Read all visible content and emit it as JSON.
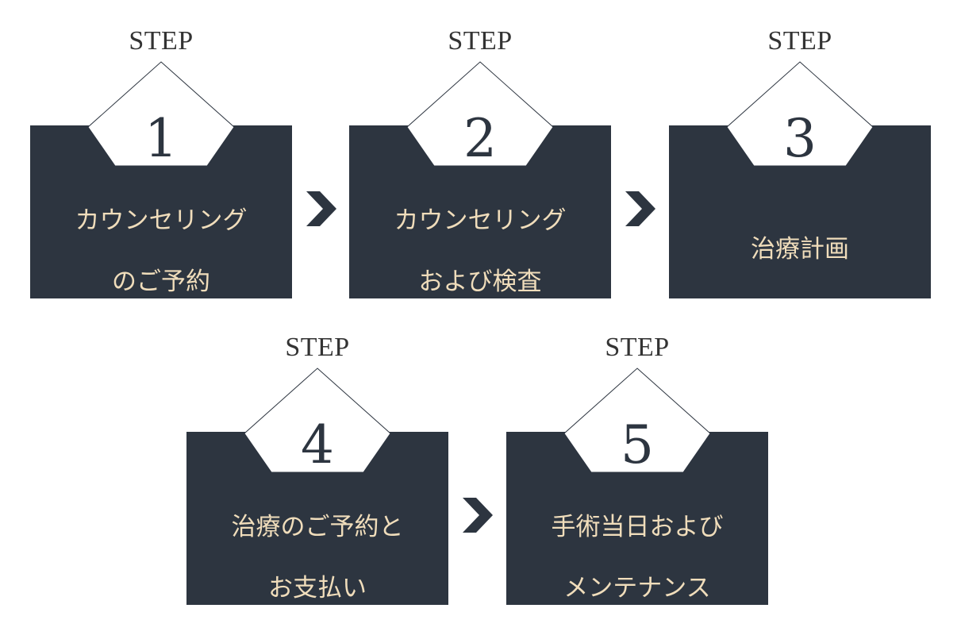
{
  "colors": {
    "card": "#2d3540",
    "label": "#f0ddbb",
    "chevron": "#2d3540"
  },
  "steps": [
    {
      "step_word": "STEP",
      "number": "1",
      "label_lines": [
        "カウンセリング",
        "のご予約"
      ]
    },
    {
      "step_word": "STEP",
      "number": "2",
      "label_lines": [
        "カウンセリング",
        "および検査"
      ]
    },
    {
      "step_word": "STEP",
      "number": "3",
      "label_lines": [
        "治療計画"
      ]
    },
    {
      "step_word": "STEP",
      "number": "4",
      "label_lines": [
        "治療のご予約と",
        "お支払い"
      ]
    },
    {
      "step_word": "STEP",
      "number": "5",
      "label_lines": [
        "手術当日および",
        "メンテナンス"
      ]
    }
  ]
}
